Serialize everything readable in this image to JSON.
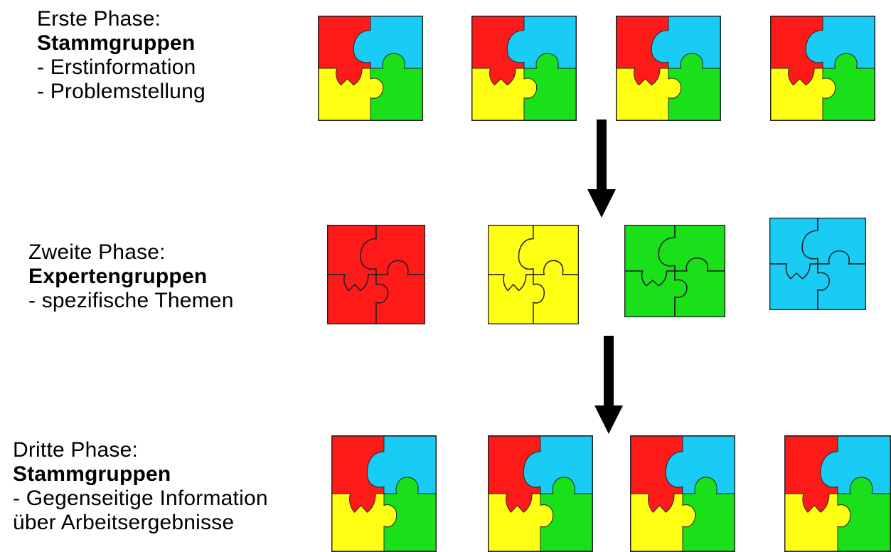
{
  "colors": {
    "red": "#ff1a1a",
    "blue": "#19ccf5",
    "yellow": "#ffff14",
    "green": "#1ae01a",
    "outline": "#222222"
  },
  "phases": [
    {
      "heading": "Erste Phase:",
      "group": "Stammgruppen",
      "lines": [
        "- Erstinformation",
        "- Problemstellung"
      ]
    },
    {
      "heading": "Zweite Phase:",
      "group": "Expertengruppen",
      "lines": [
        "- spezifische Themen"
      ]
    },
    {
      "heading": "Dritte Phase:",
      "group": "Stammgruppen",
      "lines": [
        "- Gegenseitige Information",
        "über Arbeitsergebnisse"
      ]
    }
  ],
  "puzzle_rows": [
    [
      "mixed",
      "mixed",
      "mixed",
      "mixed"
    ],
    [
      "red",
      "yellow",
      "green",
      "blue"
    ],
    [
      "mixed",
      "mixed",
      "mixed",
      "mixed"
    ]
  ]
}
